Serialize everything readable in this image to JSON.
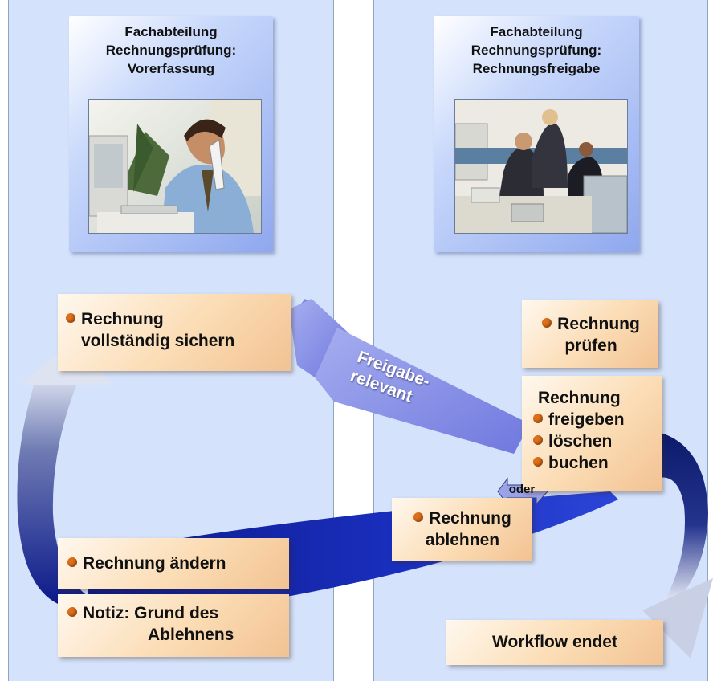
{
  "lanes": {
    "left": {
      "title_lines": [
        "Fachabteilung",
        "Rechnungsprüfung:",
        "Vorerfassung"
      ],
      "photo_icon": "person-on-phone-photo"
    },
    "right": {
      "title_lines": [
        "Fachabteilung",
        "Rechnungsprüfung:",
        "Rechnungsfreigabe"
      ],
      "photo_icon": "team-office-photo"
    }
  },
  "steps": {
    "save": {
      "lines": [
        "Rechnung",
        "vollständig sichern"
      ]
    },
    "check": {
      "lines": [
        "Rechnung",
        "prüfen"
      ]
    },
    "actions": {
      "heading": "Rechnung",
      "items": [
        "freigeben",
        "löschen",
        "buchen"
      ]
    },
    "reject": {
      "lines": [
        "Rechnung",
        "ablehnen"
      ]
    },
    "change": {
      "label": "Rechnung ändern"
    },
    "note": {
      "lines": [
        "Notiz: Grund des",
        "Ablehnens"
      ]
    },
    "end": {
      "label": "Workflow endet"
    }
  },
  "arrows": {
    "release_label_lines": [
      "Freigabe-",
      "relevant"
    ],
    "or_label": "oder"
  },
  "colors": {
    "lane_bg": "#d4e2fb",
    "step_bg": "#fbdcb4",
    "bullet": "#e06f1a",
    "loop_arrow": "#0c1a8a",
    "release_arrow": "#8d95ec"
  }
}
